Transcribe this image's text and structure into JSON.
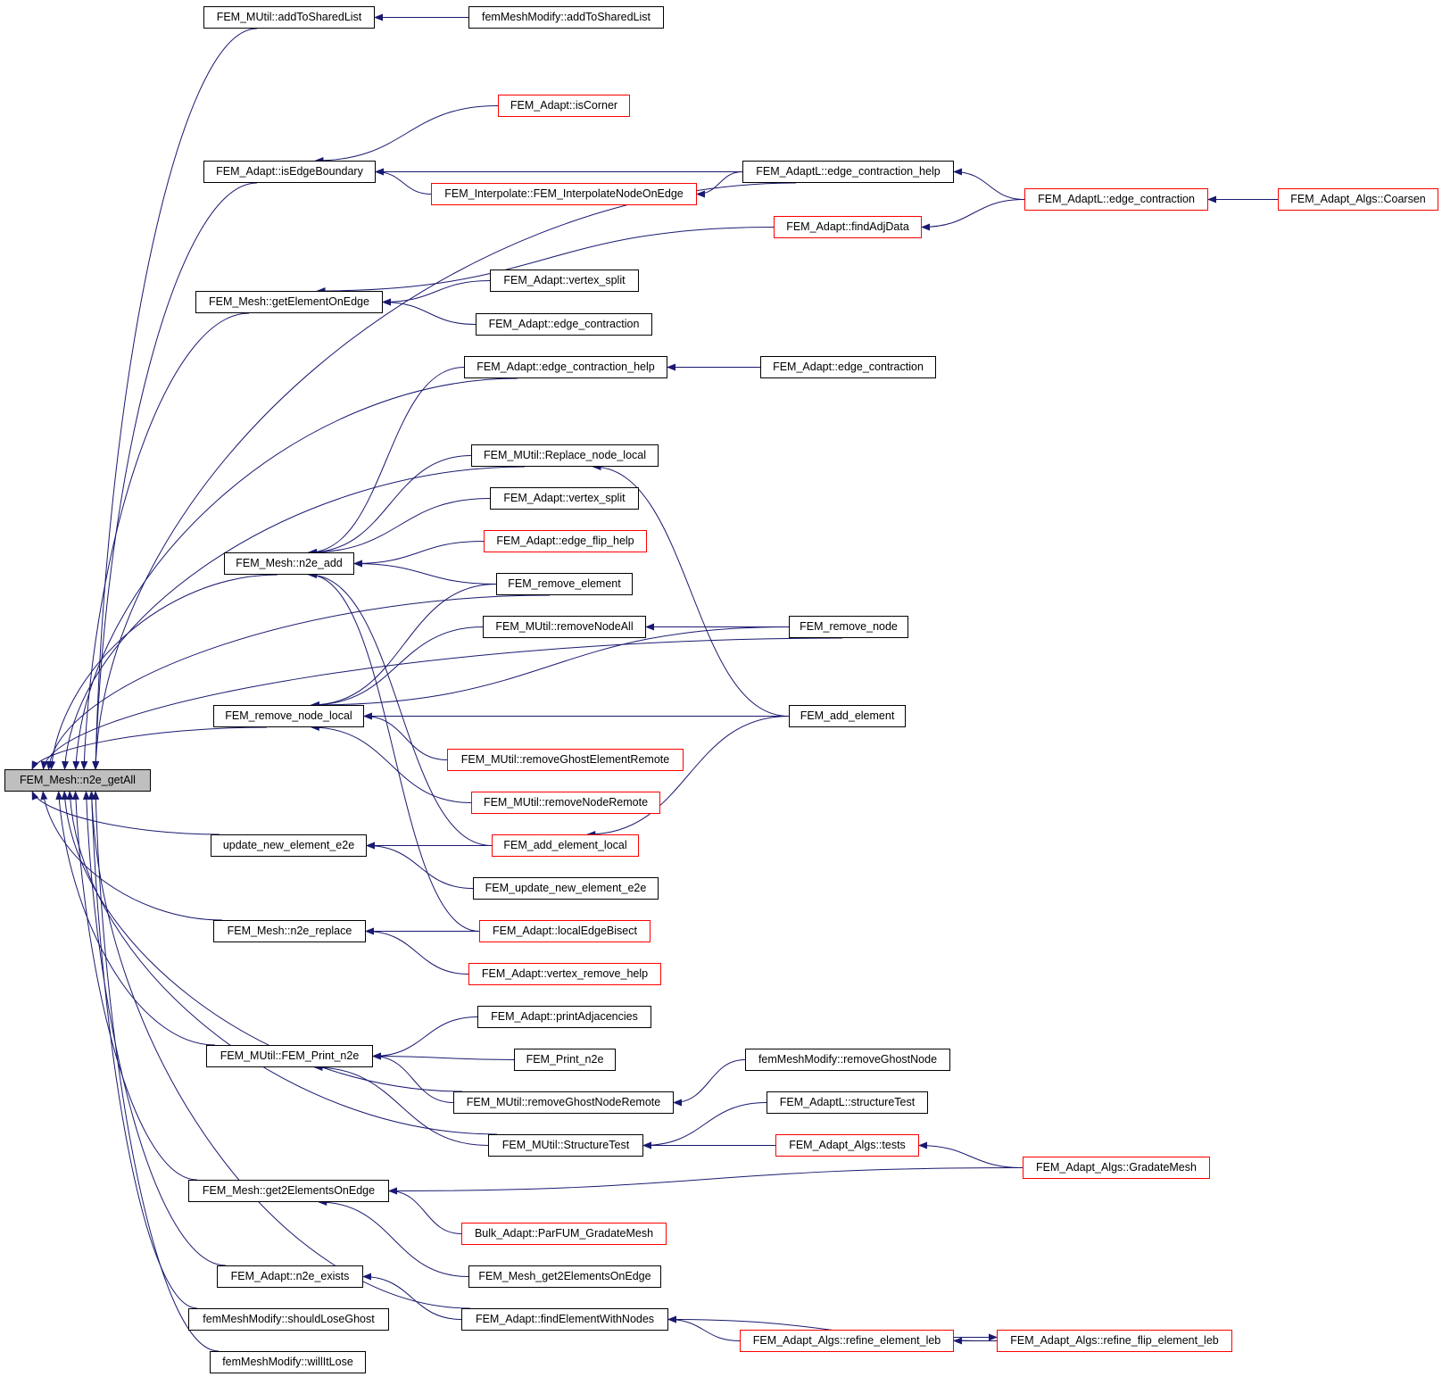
{
  "title": "Caller graph of FEM_Mesh::n2e_getAll",
  "colors": {
    "edge": "#191970",
    "incomplete_border": "#ff0000",
    "complete_border": "#000000",
    "root_fill": "#bfbfbf"
  },
  "nodes": [
    {
      "id": "root",
      "label": "FEM_Mesh::n2e_getAll",
      "style": "root"
    },
    {
      "id": "mutil_addShared",
      "label": "FEM_MUtil::addToSharedList",
      "style": "black"
    },
    {
      "id": "fmm_addShared",
      "label": "femMeshModify::addToSharedList",
      "style": "black"
    },
    {
      "id": "isCorner",
      "label": "FEM_Adapt::isCorner",
      "style": "red"
    },
    {
      "id": "isEdgeBoundary",
      "label": "FEM_Adapt::isEdgeBoundary",
      "style": "black"
    },
    {
      "id": "adaptL_ech",
      "label": "FEM_AdaptL::edge_contraction_help",
      "style": "black"
    },
    {
      "id": "interpNode",
      "label": "FEM_Interpolate::FEM_InterpolateNodeOnEdge",
      "style": "red"
    },
    {
      "id": "adaptL_ec",
      "label": "FEM_AdaptL::edge_contraction",
      "style": "red"
    },
    {
      "id": "coarsen",
      "label": "FEM_Adapt_Algs::Coarsen",
      "style": "red"
    },
    {
      "id": "findAdj",
      "label": "FEM_Adapt::findAdjData",
      "style": "red"
    },
    {
      "id": "getElemOnEdge",
      "label": "FEM_Mesh::getElementOnEdge",
      "style": "black"
    },
    {
      "id": "vsplit1",
      "label": "FEM_Adapt::vertex_split",
      "style": "black"
    },
    {
      "id": "ec1",
      "label": "FEM_Adapt::edge_contraction",
      "style": "black"
    },
    {
      "id": "ech",
      "label": "FEM_Adapt::edge_contraction_help",
      "style": "black"
    },
    {
      "id": "ec2",
      "label": "FEM_Adapt::edge_contraction",
      "style": "black"
    },
    {
      "id": "replaceNode",
      "label": "FEM_MUtil::Replace_node_local",
      "style": "black"
    },
    {
      "id": "vsplit2",
      "label": "FEM_Adapt::vertex_split",
      "style": "black"
    },
    {
      "id": "n2eAdd",
      "label": "FEM_Mesh::n2e_add",
      "style": "black"
    },
    {
      "id": "flipHelp",
      "label": "FEM_Adapt::edge_flip_help",
      "style": "red"
    },
    {
      "id": "removeElem",
      "label": "FEM_remove_element",
      "style": "black"
    },
    {
      "id": "removeNodeAll",
      "label": "FEM_MUtil::removeNodeAll",
      "style": "black"
    },
    {
      "id": "removeNode",
      "label": "FEM_remove_node",
      "style": "black"
    },
    {
      "id": "removeNodeLocal",
      "label": "FEM_remove_node_local",
      "style": "black"
    },
    {
      "id": "addElem",
      "label": "FEM_add_element",
      "style": "black"
    },
    {
      "id": "rmGhostElemRemote",
      "label": "FEM_MUtil::removeGhostElementRemote",
      "style": "red"
    },
    {
      "id": "rmNodeRemote",
      "label": "FEM_MUtil::removeNodeRemote",
      "style": "red"
    },
    {
      "id": "updE2e",
      "label": "update_new_element_e2e",
      "style": "black"
    },
    {
      "id": "addElemLocal",
      "label": "FEM_add_element_local",
      "style": "red"
    },
    {
      "id": "femUpdE2e",
      "label": "FEM_update_new_element_e2e",
      "style": "black"
    },
    {
      "id": "n2eReplace",
      "label": "FEM_Mesh::n2e_replace",
      "style": "black"
    },
    {
      "id": "localEdgeBisect",
      "label": "FEM_Adapt::localEdgeBisect",
      "style": "red"
    },
    {
      "id": "vRemoveHelp",
      "label": "FEM_Adapt::vertex_remove_help",
      "style": "red"
    },
    {
      "id": "printAdj",
      "label": "FEM_Adapt::printAdjacencies",
      "style": "black"
    },
    {
      "id": "mutilPrint",
      "label": "FEM_MUtil::FEM_Print_n2e",
      "style": "black"
    },
    {
      "id": "femPrint",
      "label": "FEM_Print_n2e",
      "style": "black"
    },
    {
      "id": "fmmRmGhostNode",
      "label": "femMeshModify::removeGhostNode",
      "style": "black"
    },
    {
      "id": "rmGhostNodeRemote",
      "label": "FEM_MUtil::removeGhostNodeRemote",
      "style": "black"
    },
    {
      "id": "adaptLStructTest",
      "label": "FEM_AdaptL::structureTest",
      "style": "black"
    },
    {
      "id": "structTest",
      "label": "FEM_MUtil::StructureTest",
      "style": "black"
    },
    {
      "id": "algsTests",
      "label": "FEM_Adapt_Algs::tests",
      "style": "red"
    },
    {
      "id": "get2Elem",
      "label": "FEM_Mesh::get2ElementsOnEdge",
      "style": "black"
    },
    {
      "id": "gradateMesh",
      "label": "FEM_Adapt_Algs::GradateMesh",
      "style": "red"
    },
    {
      "id": "bulkGradate",
      "label": "Bulk_Adapt::ParFUM_GradateMesh",
      "style": "red"
    },
    {
      "id": "femGet2Elem",
      "label": "FEM_Mesh_get2ElementsOnEdge",
      "style": "black"
    },
    {
      "id": "n2eExists",
      "label": "FEM_Adapt::n2e_exists",
      "style": "black"
    },
    {
      "id": "findElemNodes",
      "label": "FEM_Adapt::findElementWithNodes",
      "style": "black"
    },
    {
      "id": "shouldLoseGhost",
      "label": "femMeshModify::shouldLoseGhost",
      "style": "black"
    },
    {
      "id": "refineLeb",
      "label": "FEM_Adapt_Algs::refine_element_leb",
      "style": "red"
    },
    {
      "id": "refineFlipLeb",
      "label": "FEM_Adapt_Algs::refine_flip_element_leb",
      "style": "red"
    },
    {
      "id": "willItLose",
      "label": "femMeshModify::willItLose",
      "style": "black"
    }
  ],
  "edges": [
    [
      "root",
      "mutil_addShared"
    ],
    [
      "root",
      "adaptL_ech"
    ],
    [
      "root",
      "isEdgeBoundary"
    ],
    [
      "root",
      "getElemOnEdge"
    ],
    [
      "root",
      "ech"
    ],
    [
      "root",
      "removeNode"
    ],
    [
      "root",
      "replaceNode"
    ],
    [
      "root",
      "n2eAdd"
    ],
    [
      "root",
      "removeElem"
    ],
    [
      "root",
      "removeNodeLocal"
    ],
    [
      "root",
      "updE2e"
    ],
    [
      "root",
      "n2eReplace"
    ],
    [
      "root",
      "mutilPrint"
    ],
    [
      "root",
      "rmGhostNodeRemote"
    ],
    [
      "root",
      "structTest"
    ],
    [
      "root",
      "get2Elem"
    ],
    [
      "root",
      "findElemNodes"
    ],
    [
      "root",
      "n2eExists"
    ],
    [
      "root",
      "shouldLoseGhost"
    ],
    [
      "root",
      "willItLose"
    ],
    [
      "mutil_addShared",
      "fmm_addShared"
    ],
    [
      "isEdgeBoundary",
      "isCorner"
    ],
    [
      "isEdgeBoundary",
      "adaptL_ech"
    ],
    [
      "isEdgeBoundary",
      "interpNode"
    ],
    [
      "interpNode",
      "adaptL_ech"
    ],
    [
      "adaptL_ech",
      "adaptL_ec"
    ],
    [
      "findAdj",
      "adaptL_ec"
    ],
    [
      "adaptL_ec",
      "coarsen"
    ],
    [
      "getElemOnEdge",
      "findAdj"
    ],
    [
      "getElemOnEdge",
      "vsplit1"
    ],
    [
      "getElemOnEdge",
      "ec1"
    ],
    [
      "ech",
      "ec2"
    ],
    [
      "n2eAdd",
      "ech"
    ],
    [
      "n2eAdd",
      "replaceNode"
    ],
    [
      "n2eAdd",
      "vsplit2"
    ],
    [
      "n2eAdd",
      "flipHelp"
    ],
    [
      "n2eAdd",
      "removeElem"
    ],
    [
      "n2eAdd",
      "addElemLocal"
    ],
    [
      "n2eAdd",
      "localEdgeBisect"
    ],
    [
      "replaceNode",
      "addElem"
    ],
    [
      "removeNodeLocal",
      "removeElem"
    ],
    [
      "removeNodeLocal",
      "removeNodeAll"
    ],
    [
      "removeNodeLocal",
      "removeNode"
    ],
    [
      "removeNodeLocal",
      "addElem"
    ],
    [
      "removeNodeLocal",
      "rmGhostElemRemote"
    ],
    [
      "removeNodeLocal",
      "rmNodeRemote"
    ],
    [
      "removeNodeAll",
      "removeNode"
    ],
    [
      "addElemLocal",
      "addElem"
    ],
    [
      "updE2e",
      "addElemLocal"
    ],
    [
      "updE2e",
      "femUpdE2e"
    ],
    [
      "n2eReplace",
      "localEdgeBisect"
    ],
    [
      "n2eReplace",
      "vRemoveHelp"
    ],
    [
      "mutilPrint",
      "printAdj"
    ],
    [
      "mutilPrint",
      "femPrint"
    ],
    [
      "mutilPrint",
      "rmGhostNodeRemote"
    ],
    [
      "mutilPrint",
      "structTest"
    ],
    [
      "rmGhostNodeRemote",
      "fmmRmGhostNode"
    ],
    [
      "structTest",
      "adaptLStructTest"
    ],
    [
      "structTest",
      "algsTests"
    ],
    [
      "algsTests",
      "gradateMesh"
    ],
    [
      "get2Elem",
      "gradateMesh"
    ],
    [
      "get2Elem",
      "bulkGradate"
    ],
    [
      "get2Elem",
      "femGet2Elem"
    ],
    [
      "n2eExists",
      "findElemNodes"
    ],
    [
      "findElemNodes",
      "refineLeb"
    ],
    [
      "findElemNodes",
      "refineFlipLeb"
    ],
    [
      "refineLeb",
      "refineFlipLeb"
    ],
    [
      "refineFlipLeb",
      "refineLeb"
    ]
  ]
}
